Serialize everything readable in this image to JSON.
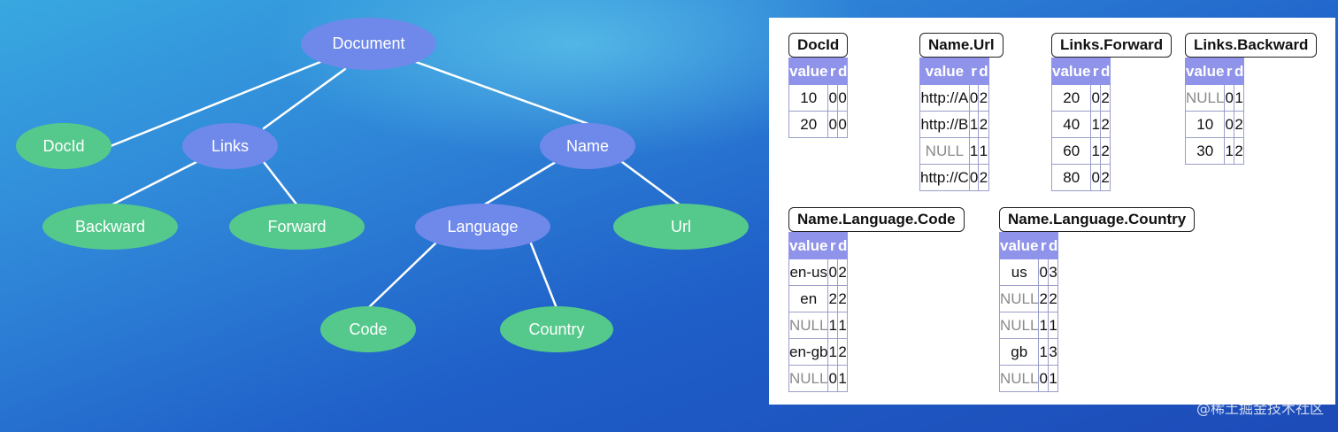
{
  "tree": {
    "nodes": {
      "document": "Document",
      "docid": "DocId",
      "links": "Links",
      "name": "Name",
      "backward": "Backward",
      "forward": "Forward",
      "language": "Language",
      "url": "Url",
      "code": "Code",
      "country": "Country"
    }
  },
  "tables": {
    "headers": {
      "value": "value",
      "r": "r",
      "d": "d"
    },
    "docid": {
      "title": "DocId",
      "rows": [
        [
          "10",
          "0",
          "0"
        ],
        [
          "20",
          "0",
          "0"
        ]
      ]
    },
    "name_url": {
      "title": "Name.Url",
      "rows": [
        [
          "http://A",
          "0",
          "2"
        ],
        [
          "http://B",
          "1",
          "2"
        ],
        [
          "NULL",
          "1",
          "1"
        ],
        [
          "http://C",
          "0",
          "2"
        ]
      ]
    },
    "links_forward": {
      "title": "Links.Forward",
      "rows": [
        [
          "20",
          "0",
          "2"
        ],
        [
          "40",
          "1",
          "2"
        ],
        [
          "60",
          "1",
          "2"
        ],
        [
          "80",
          "0",
          "2"
        ]
      ]
    },
    "links_backward": {
      "title": "Links.Backward",
      "rows": [
        [
          "NULL",
          "0",
          "1"
        ],
        [
          "10",
          "0",
          "2"
        ],
        [
          "30",
          "1",
          "2"
        ]
      ]
    },
    "name_language_code": {
      "title": "Name.Language.Code",
      "rows": [
        [
          "en-us",
          "0",
          "2"
        ],
        [
          "en",
          "2",
          "2"
        ],
        [
          "NULL",
          "1",
          "1"
        ],
        [
          "en-gb",
          "1",
          "2"
        ],
        [
          "NULL",
          "0",
          "1"
        ]
      ]
    },
    "name_language_country": {
      "title": "Name.Language.Country",
      "rows": [
        [
          "us",
          "0",
          "3"
        ],
        [
          "NULL",
          "2",
          "2"
        ],
        [
          "NULL",
          "1",
          "1"
        ],
        [
          "gb",
          "1",
          "3"
        ],
        [
          "NULL",
          "0",
          "1"
        ]
      ]
    }
  },
  "colors": {
    "node_blue": "#6f89ea",
    "node_green": "#55c98b",
    "table_header": "#8f93ea"
  },
  "watermark": "@稀土掘金技术社区"
}
